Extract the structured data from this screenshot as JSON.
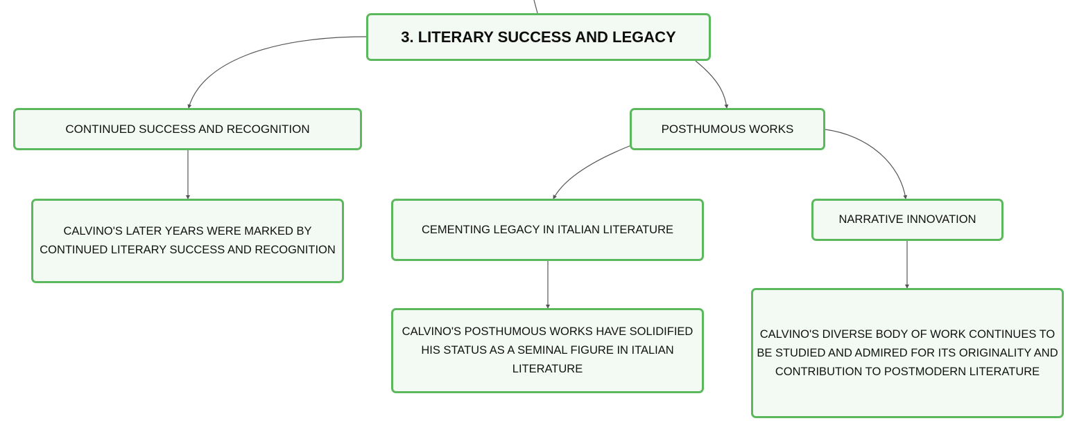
{
  "diagram": {
    "root": {
      "label": "3. LITERARY SUCCESS AND LEGACY"
    },
    "branches": [
      {
        "label": "CONTINUED SUCCESS AND RECOGNITION",
        "children": [
          {
            "label": "CALVINO'S LATER YEARS WERE MARKED BY CONTINUED LITERARY SUCCESS AND RECOGNITION"
          }
        ]
      },
      {
        "label": "POSTHUMOUS WORKS",
        "children": [
          {
            "label": "CEMENTING LEGACY IN ITALIAN LITERATURE",
            "children": [
              {
                "label": "CALVINO'S POSTHUMOUS WORKS HAVE SOLIDIFIED HIS STATUS AS A SEMINAL FIGURE IN ITALIAN LITERATURE"
              }
            ]
          },
          {
            "label": "NARRATIVE INNOVATION",
            "children": [
              {
                "label": "CALVINO'S DIVERSE BODY OF WORK CONTINUES TO BE STUDIED AND ADMIRED FOR ITS ORIGINALITY AND CONTRIBUTION TO POSTMODERN LITERATURE"
              }
            ]
          }
        ]
      }
    ]
  },
  "colors": {
    "node_border": "#5cb85c",
    "node_fill": "#f3faf3",
    "connector": "#555555",
    "text": "#111111"
  }
}
